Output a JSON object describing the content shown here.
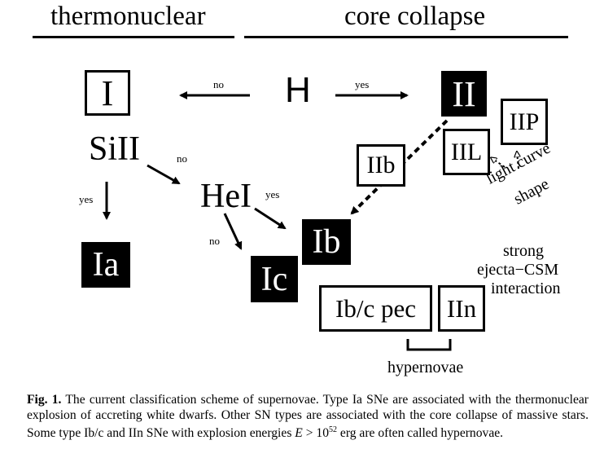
{
  "headers": {
    "left": "thermonuclear",
    "right": "core collapse"
  },
  "nodes": {
    "type_I": "I",
    "hydrogen": "H",
    "type_II": "II",
    "si_II": "SiII",
    "he_I": "HeI",
    "type_Ia": "Ia",
    "type_Ib": "Ib",
    "type_Ic": "Ic",
    "type_IIb": "IIb",
    "type_IIL": "IIL",
    "type_IIP": "IIP",
    "type_Ibc_pec": "Ib/c pec",
    "type_IIn": "IIn"
  },
  "edge_labels": {
    "h_no": "no",
    "h_yes": "yes",
    "si_no": "no",
    "si_yes": "yes",
    "he_yes": "yes",
    "he_no": "no"
  },
  "annotations": {
    "light_curve": "light curve",
    "shape": "shape",
    "strong": "strong",
    "ejecta_csm": "ejecta−CSM",
    "interaction": "interaction",
    "hypernovae": "hypernovae"
  },
  "caption": {
    "label": "Fig. 1.",
    "text_1": " The current classification scheme of supernovae. Type Ia SNe are associated with the thermonuclear explosion of accreting white dwarfs. Other SN types are associated with the core collapse of massive stars. Some type Ib/c and IIn SNe with explosion energies ",
    "energy_var": "E",
    "energy_op": " > 10",
    "energy_exp": "52",
    "text_2": " erg are often called hypernovae."
  }
}
